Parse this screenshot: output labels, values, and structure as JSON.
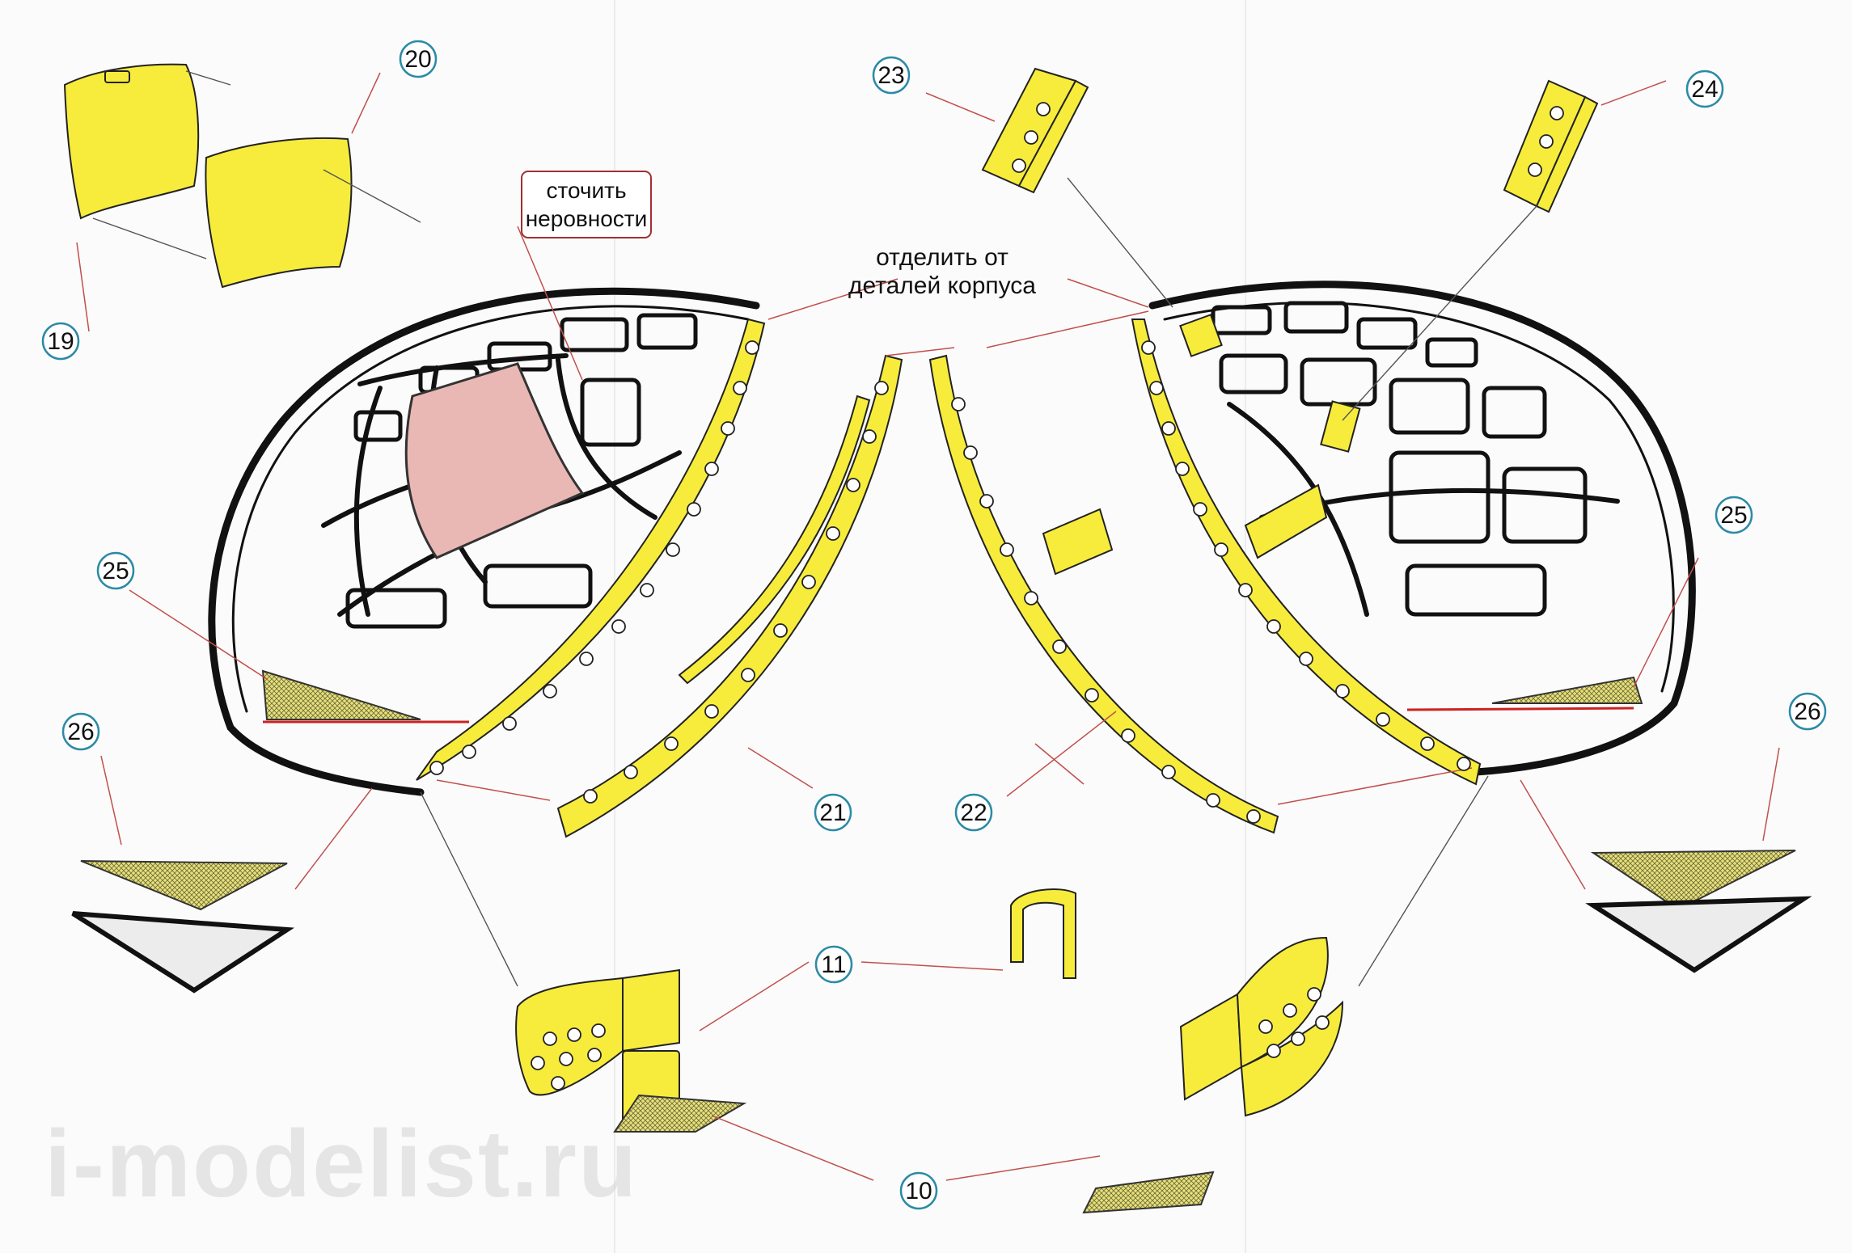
{
  "labels": {
    "grind_note": "сточить\nнеровности",
    "separate_note": "отделить от\nдеталей корпуса"
  },
  "part_numbers": {
    "p19": "19",
    "p20": "20",
    "p23": "23",
    "p24": "24",
    "p25_left": "25",
    "p25_right": "25",
    "p26_left": "26",
    "p26_right": "26",
    "p21": "21",
    "p22": "22",
    "p11": "11",
    "p10": "10"
  },
  "watermark": "i-modelist.ru",
  "colors": {
    "photoetch_yellow": "#f7ec3c",
    "highlight_pink": "#eab8b4",
    "callout_border": "#a03030",
    "number_circle": "#2c8aa6",
    "leader_line": "#c0504d",
    "cut_line": "#cc2222"
  }
}
